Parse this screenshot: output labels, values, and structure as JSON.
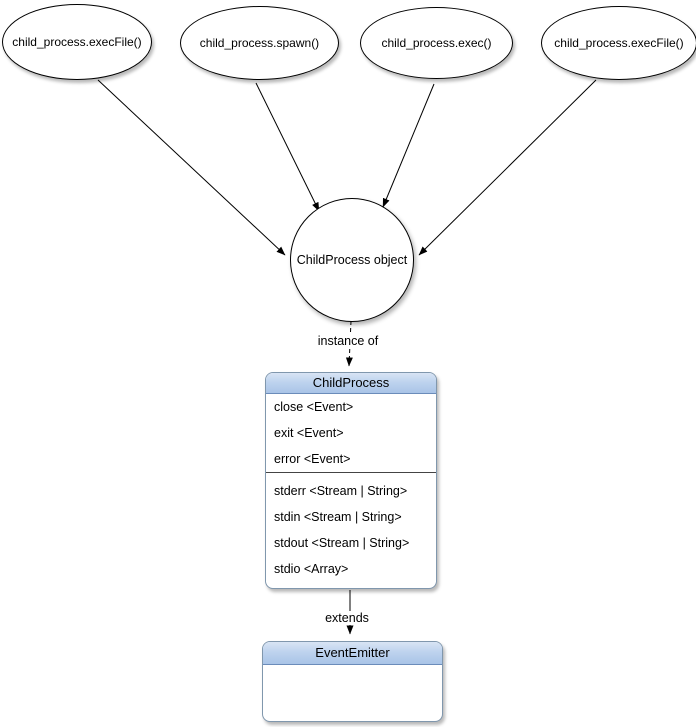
{
  "diagram": {
    "api_nodes": [
      {
        "label": "child_process.execFile()"
      },
      {
        "label": "child_process.spawn()"
      },
      {
        "label": "child_process.exec()"
      },
      {
        "label": "child_process.execFile()"
      }
    ],
    "object_node": {
      "label": "ChildProcess object"
    },
    "edge_labels": {
      "instance_of": "instance of",
      "extends": "extends"
    },
    "childprocess_class": {
      "title": "ChildProcess",
      "event_members": [
        "close <Event>",
        "exit <Event>",
        "error <Event>"
      ],
      "stream_members": [
        "stderr <Stream | String>",
        "stdin <Stream | String>",
        "stdout <Stream | String>",
        "stdio <Array>"
      ]
    },
    "eventemitter_class": {
      "title": "EventEmitter"
    },
    "colors": {
      "arrow": "#000000",
      "node_border": "#000000",
      "class_border": "#8097ad",
      "header_gradient_top": "#d8e4f4",
      "header_gradient_bottom": "#a9c4e7",
      "header_divider": "#6b8cba",
      "section_divider": "#444444"
    }
  }
}
